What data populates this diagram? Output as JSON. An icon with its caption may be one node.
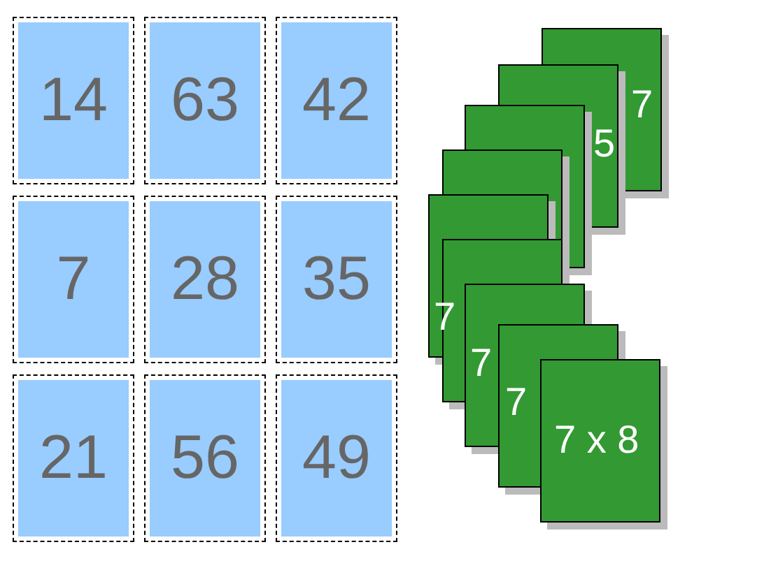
{
  "diagram": {
    "nodes": [
      {
        "text": [
          "14"
        ]
      },
      {
        "text": [
          "63"
        ]
      },
      {
        "text": [
          "42"
        ]
      },
      {
        "text": [
          "7"
        ]
      },
      {
        "text": [
          "28"
        ]
      },
      {
        "text": [
          "35"
        ]
      },
      {
        "text": [
          "21"
        ]
      },
      {
        "text": [
          "56"
        ]
      },
      {
        "text": [
          "49"
        ]
      }
    ],
    "labels": [
      "7",
      "5",
      "7",
      "7",
      "7",
      "7 x 8"
    ]
  }
}
